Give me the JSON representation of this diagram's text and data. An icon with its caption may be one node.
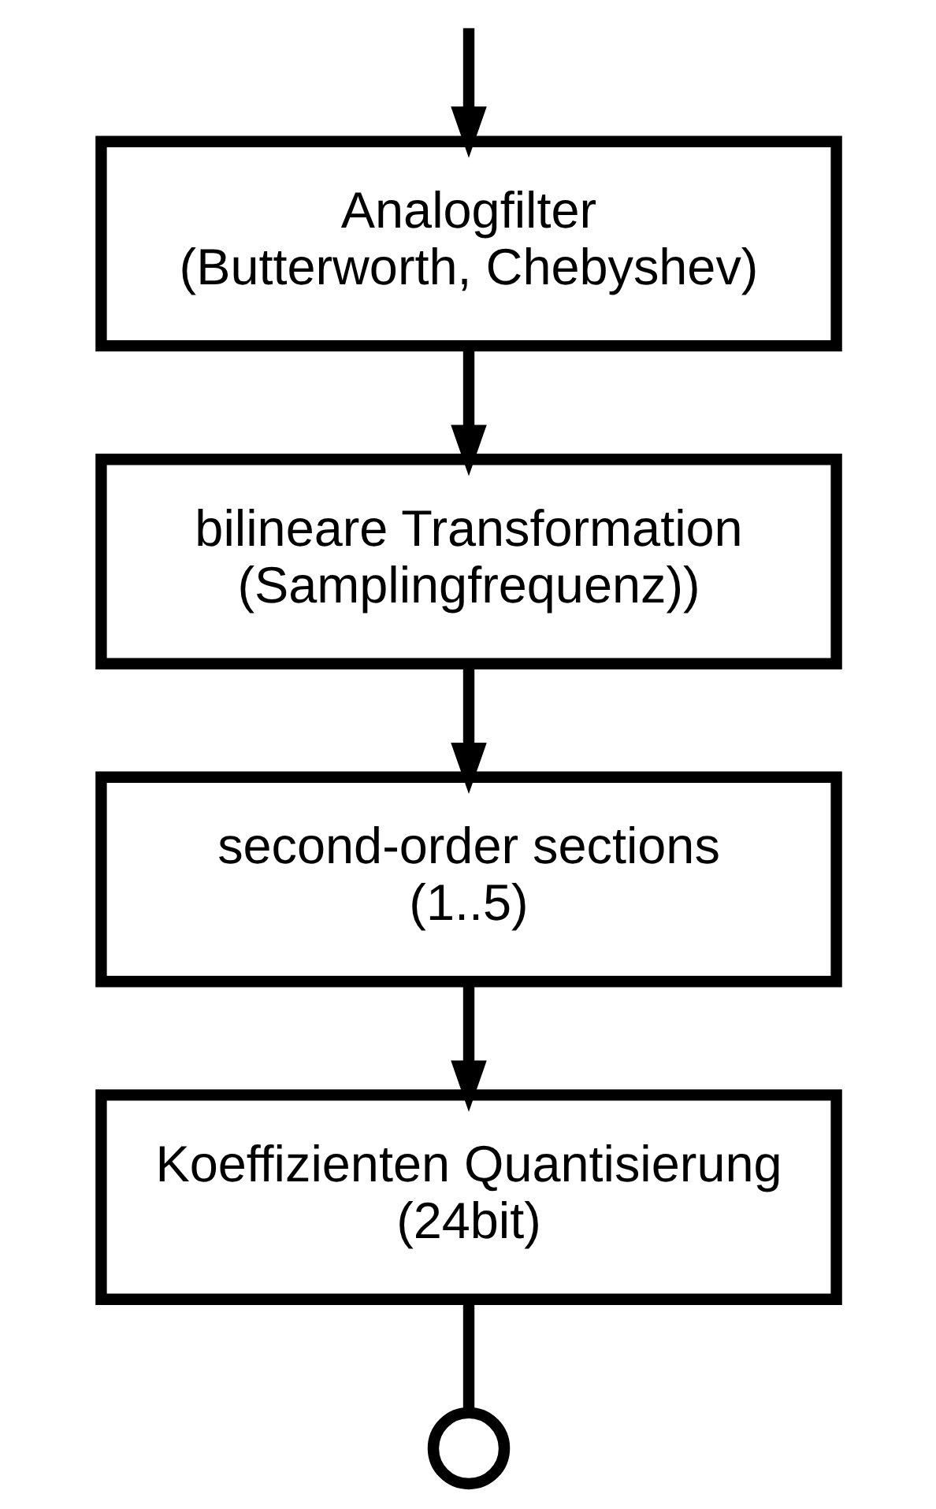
{
  "diagram": {
    "nodes": [
      {
        "text": [
          "Analogfilter",
          "(Butterworth, Chebyshev)"
        ]
      },
      {
        "text": [
          "bilineare Transformation",
          "(Samplingfrequenz))"
        ]
      },
      {
        "text": [
          "second-order sections",
          "(1..5)"
        ]
      },
      {
        "text": [
          "Koeffizienten Quantisierung",
          "(24bit)"
        ]
      },
      {
        "text": [],
        "shape": "circle"
      }
    ],
    "edges": [
      {
        "from": null,
        "to": 0,
        "arrow": "to"
      },
      {
        "from": 0,
        "to": 1,
        "arrow": "to"
      },
      {
        "from": 1,
        "to": 2,
        "arrow": "to"
      },
      {
        "from": 2,
        "to": 3,
        "arrow": "to"
      },
      {
        "from": 3,
        "to": 4,
        "arrow": "none"
      }
    ]
  }
}
